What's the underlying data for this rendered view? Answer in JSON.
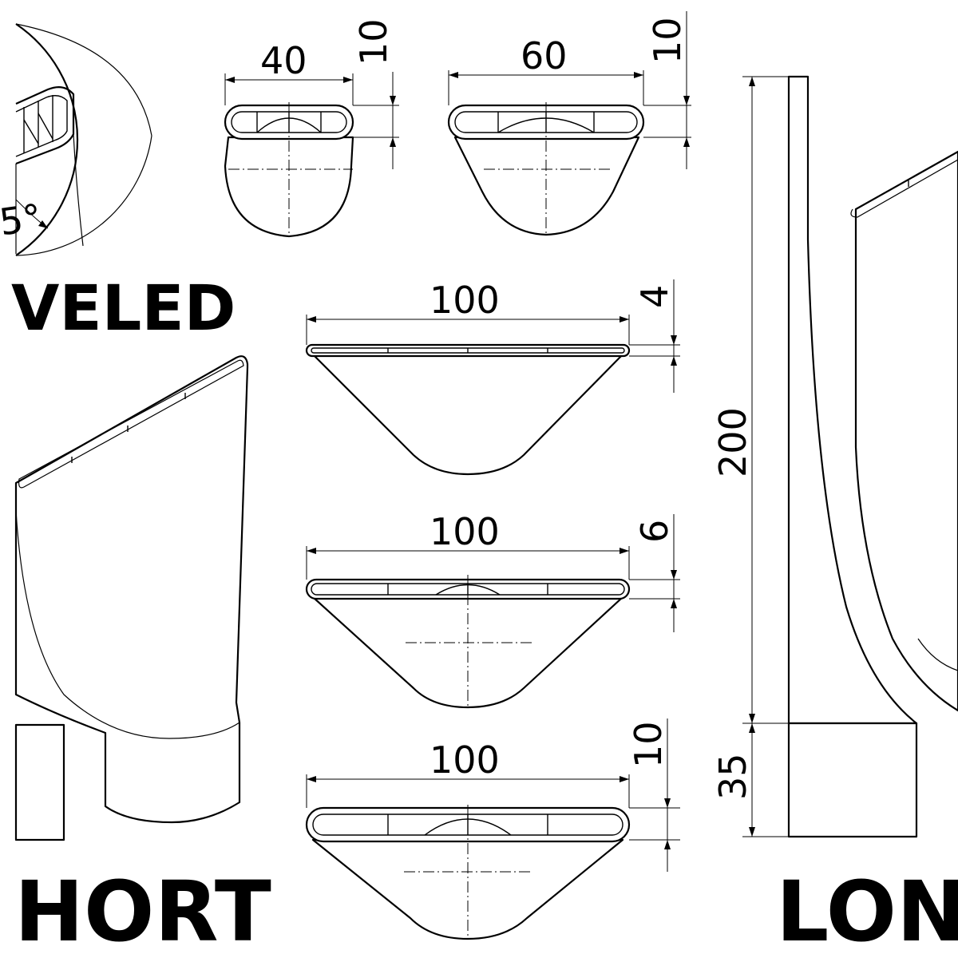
{
  "labels": {
    "beveled": "VELED",
    "short": "HORT",
    "long": "LON"
  },
  "dimensions": {
    "w40": "40",
    "h10_a": "10",
    "w60": "60",
    "h10_b": "10",
    "w100_a": "100",
    "h4": "4",
    "w100_b": "100",
    "h6": "6",
    "w100_c": "100",
    "h10_c": "10",
    "len200": "200",
    "len35": "35",
    "angle": "5°"
  }
}
